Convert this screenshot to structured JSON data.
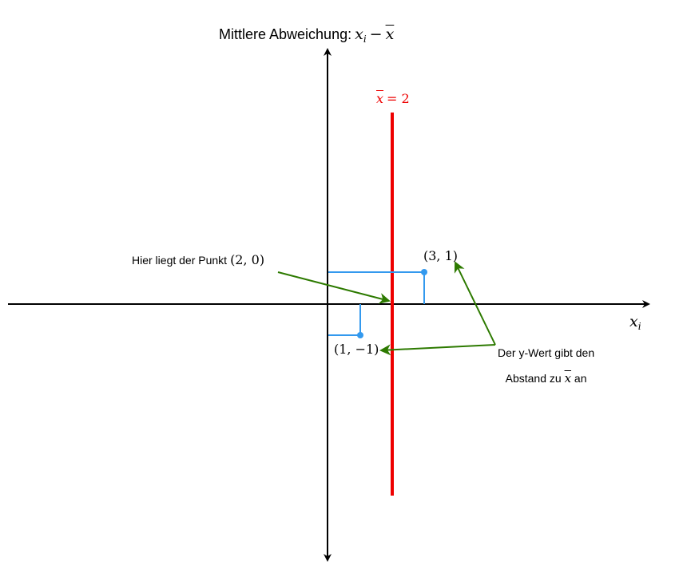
{
  "colors": {
    "axis": "#000000",
    "mean_line": "#ee0000",
    "guides": "#3399ee",
    "arrows": "#2d7a00",
    "text": "#000000"
  },
  "y_axis_title": {
    "prefix": "Mittlere Abweichung:",
    "var": "x",
    "sub": "i",
    "minus": "−",
    "bar_var": "x"
  },
  "x_axis_title": {
    "var": "x",
    "sub": "i"
  },
  "mean_label": {
    "bar_var": "x",
    "rest": "= 2"
  },
  "point_a_label": "(3, 1)",
  "point_b_label": "(1, −1)",
  "annotation_left": {
    "text": "Hier liegt der Punkt",
    "point": "(2, 0)"
  },
  "annotation_right": {
    "line1": "Der y-Wert gibt den",
    "line2_pre": "Abstand zu",
    "line2_var": "x",
    "line2_post": "an"
  },
  "chart_data": {
    "type": "scatter",
    "mean": 2,
    "points": [
      {
        "x": 3,
        "y": 1
      },
      {
        "x": 1,
        "y": -1
      }
    ],
    "marked_point": {
      "x": 2,
      "y": 0
    }
  }
}
